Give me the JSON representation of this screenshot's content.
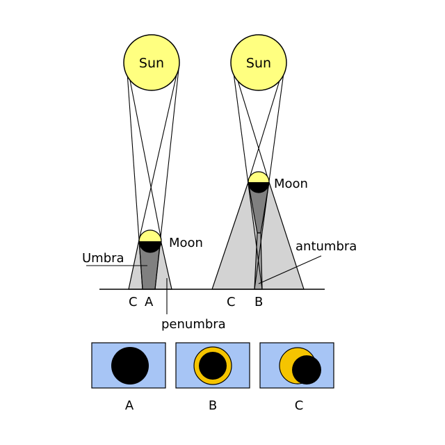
{
  "labels": {
    "sun_left": "Sun",
    "sun_right": "Sun",
    "moon_left": "Moon",
    "moon_right": "Moon",
    "umbra": "Umbra",
    "penumbra": "penumbra",
    "antumbra": "antumbra",
    "ground_left": [
      "C",
      "A"
    ],
    "ground_right": [
      "C",
      "B"
    ],
    "panels": [
      "A",
      "B",
      "C"
    ]
  },
  "colors": {
    "sun": "#ffff80",
    "eclipse_ring": "#f5c400",
    "penumbra_fill": "#d3d3d3",
    "umbra_fill": "#808080",
    "panel_bg": "#a7c5f5",
    "moon_dark": "#000000"
  }
}
